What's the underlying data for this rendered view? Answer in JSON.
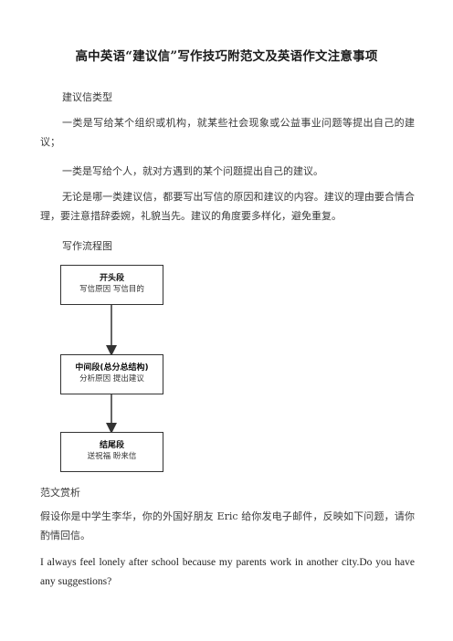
{
  "title": "高中英语“建议信”写作技巧附范文及英语作文注意事项",
  "sections": {
    "types_heading": "建议信类型",
    "type1": "一类是写给某个组织或机构，就某些社会现象或公益事业问题等提出自己的建议；",
    "type2": "一类是写给个人，就对方遇到的某个问题提出自己的建议。",
    "reason_text": "无论是哪一类建议信，都要写出写信的原因和建议的内容。建议的理由要合情合理，要注意措辞委婉，礼貌当先。建议的角度要多样化，避免重复。",
    "flow_heading": "写作流程图",
    "sample_heading": "范文赏析",
    "sample_prompt": "假设你是中学生李华，你的外国好朋友 Eric 给你发电子邮件，反映如下问题，请你酌情回信。",
    "english_text": "I always feel lonely after school because my parents work in another city.Do you have any suggestions?"
  },
  "flowchart": {
    "box1": {
      "head": "开头段",
      "sub": "写信原因  写信目的"
    },
    "box2": {
      "head": "中间段(总分总结构)",
      "sub": "分析原因 提出建议"
    },
    "box3": {
      "head": "结尾段",
      "sub": "送祝福 盼来信"
    }
  },
  "colors": {
    "text": "#3a3a3a",
    "border": "#333333"
  }
}
